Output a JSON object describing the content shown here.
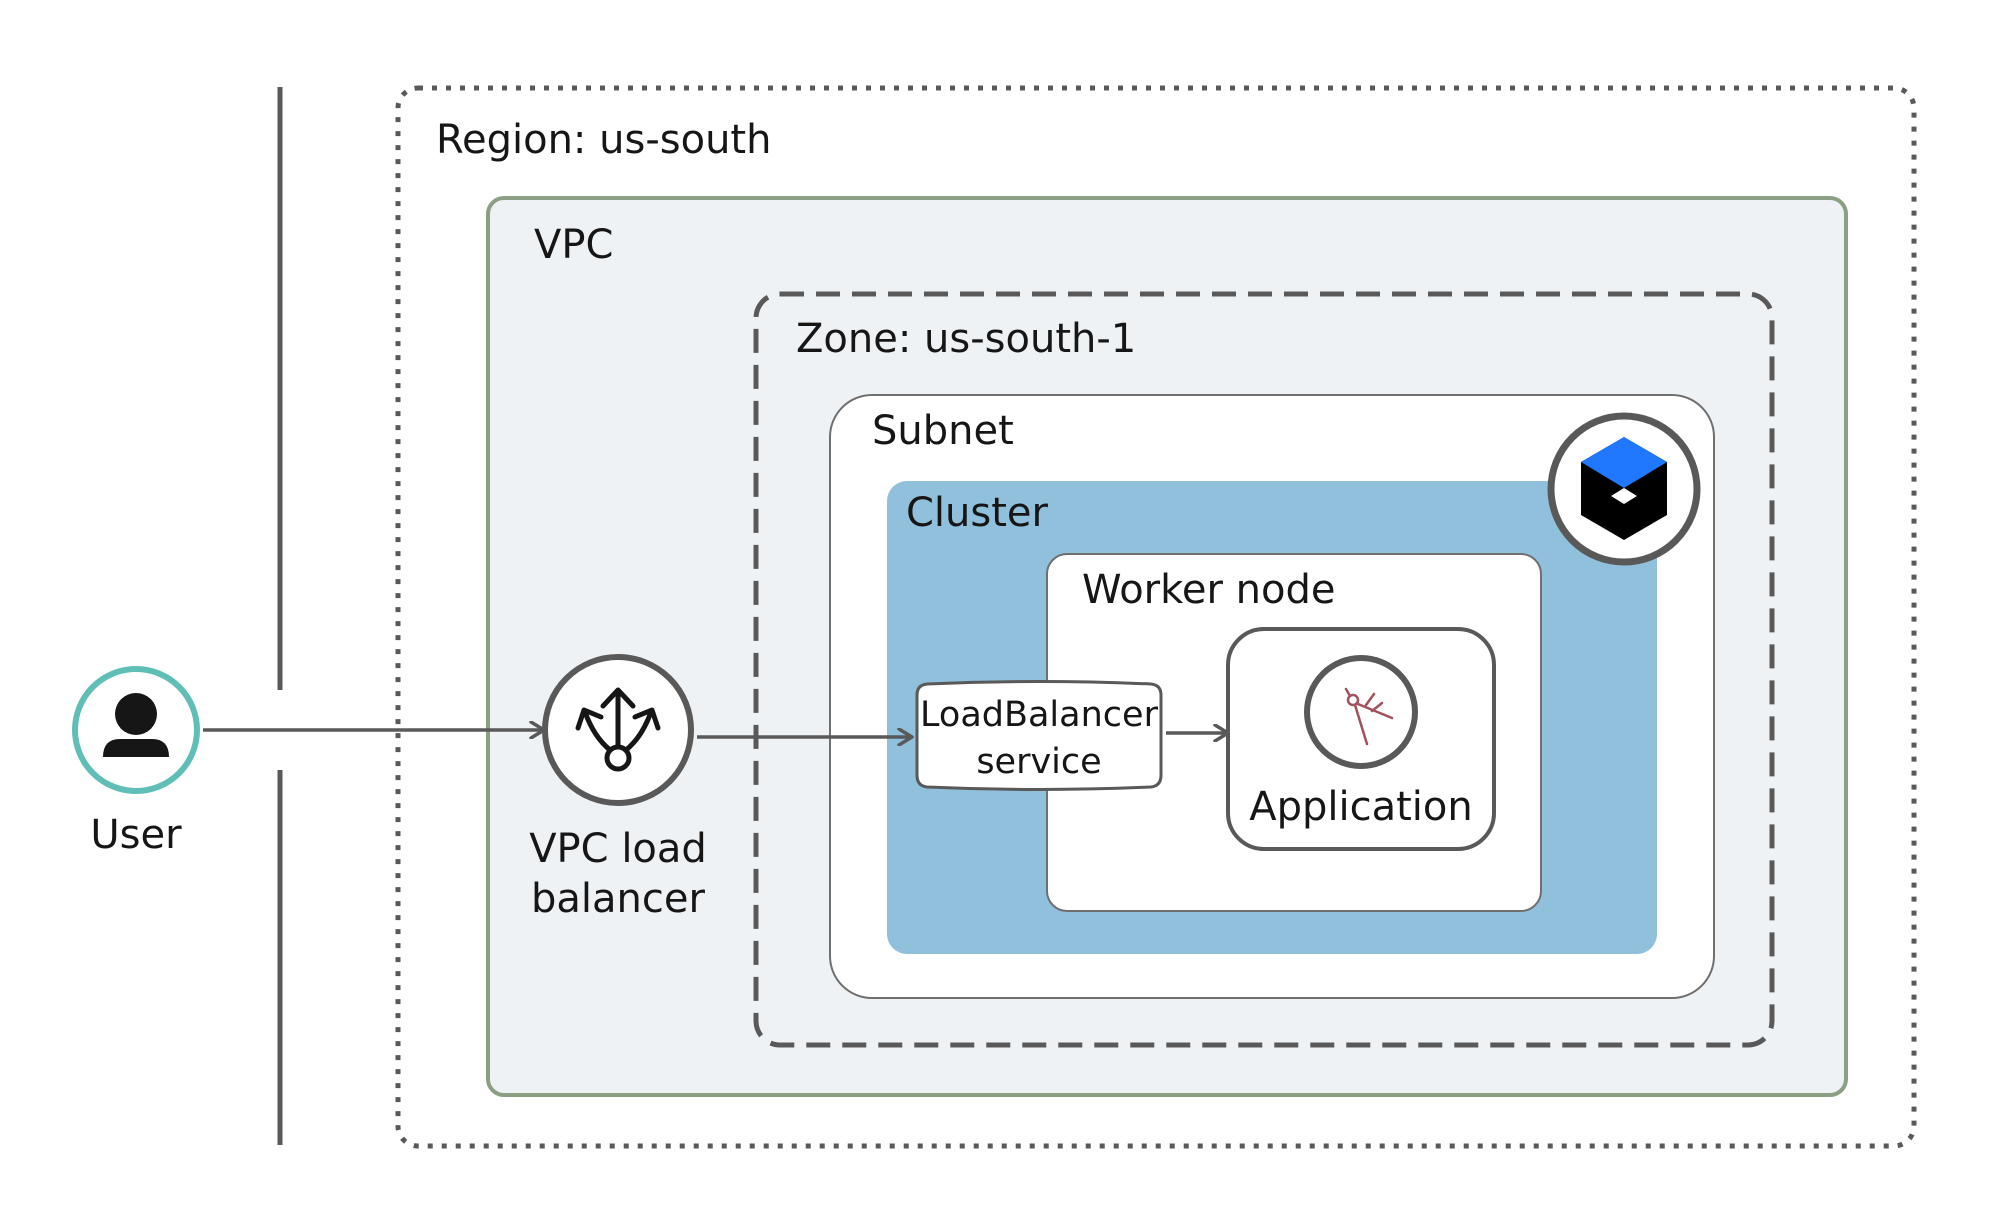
{
  "labels": {
    "region": "Region: us-south",
    "vpc": "VPC",
    "zone": "Zone: us-south-1",
    "subnet": "Subnet",
    "cluster": "Cluster",
    "worker_node": "Worker node",
    "user": "User",
    "vpc_lb_line1": "VPC load",
    "vpc_lb_line2": "balancer",
    "lb_service_line1": "LoadBalancer",
    "lb_service_line2": "service",
    "application": "Application"
  },
  "icons": {
    "user": "user-icon",
    "vpc_load_balancer": "load-balancer-icon",
    "cluster_service": "cluster-service-icon",
    "application": "application-icon"
  },
  "colors": {
    "vpc_fill": "#eef2f5",
    "vpc_border": "#8b9f83",
    "cluster_fill": "#91c0dc",
    "user_ring": "#5fbfb7",
    "service_blue": "#1f78ff",
    "app_icon": "#a2525c",
    "line": "#595959"
  }
}
